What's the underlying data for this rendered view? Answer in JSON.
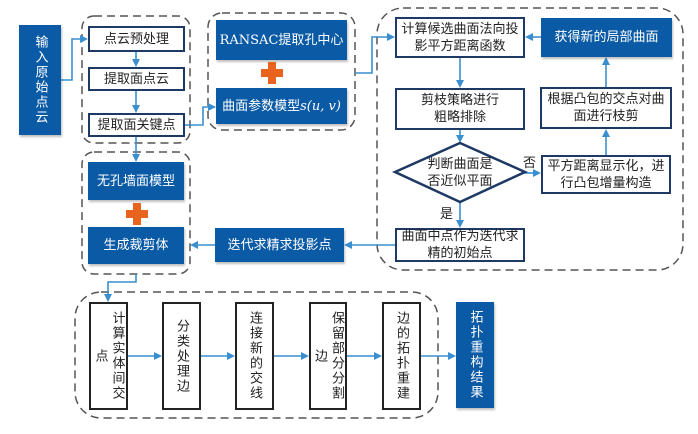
{
  "colors": {
    "solid_box": "#0b5aa6",
    "outline_box": "#1e3a64",
    "arrow": "#3a8fd0",
    "plus": "#e8641e",
    "dashed_group": "#555555"
  },
  "input": {
    "label": "输入原始点云"
  },
  "group_preprocess": {
    "steps": [
      "点云预处理",
      "提取面点云",
      "提取面关键点"
    ]
  },
  "group_model": {
    "ransac": "RANSAC提取孔中心",
    "surface_prefix": "曲面参数模型",
    "surface_formula": "s(u, v)"
  },
  "group_iteration": {
    "compute": "计算候选曲面法向投影平方距离函数",
    "compute_lines": [
      "计算候选曲面法向投",
      "影平方距离函数"
    ],
    "prune": [
      "剪枝策略进行",
      "粗略排除"
    ],
    "decision": [
      "判断曲面是",
      "否近似平面"
    ],
    "yes_label": "是",
    "no_label": "否",
    "midpoint": [
      "曲面中点作为迭代求",
      "精的初始点"
    ],
    "convex": [
      "平方距离显示化，进",
      "行凸包增量构造"
    ],
    "trim": [
      "根据凸包的交点对曲",
      "面进行枝剪"
    ],
    "new_surface": "获得新的局部曲面"
  },
  "iterate_projection": "迭代求精求投影点",
  "group_clip": {
    "wall_model": "无孔墙面模型",
    "clip_body": "生成裁剪体"
  },
  "group_topology": {
    "steps": [
      "计算实体间交点",
      "分类处理边",
      "连接新的交线",
      "保留部分分割边",
      "边的拓扑重建"
    ]
  },
  "result": {
    "label": "拓扑重构结果"
  }
}
